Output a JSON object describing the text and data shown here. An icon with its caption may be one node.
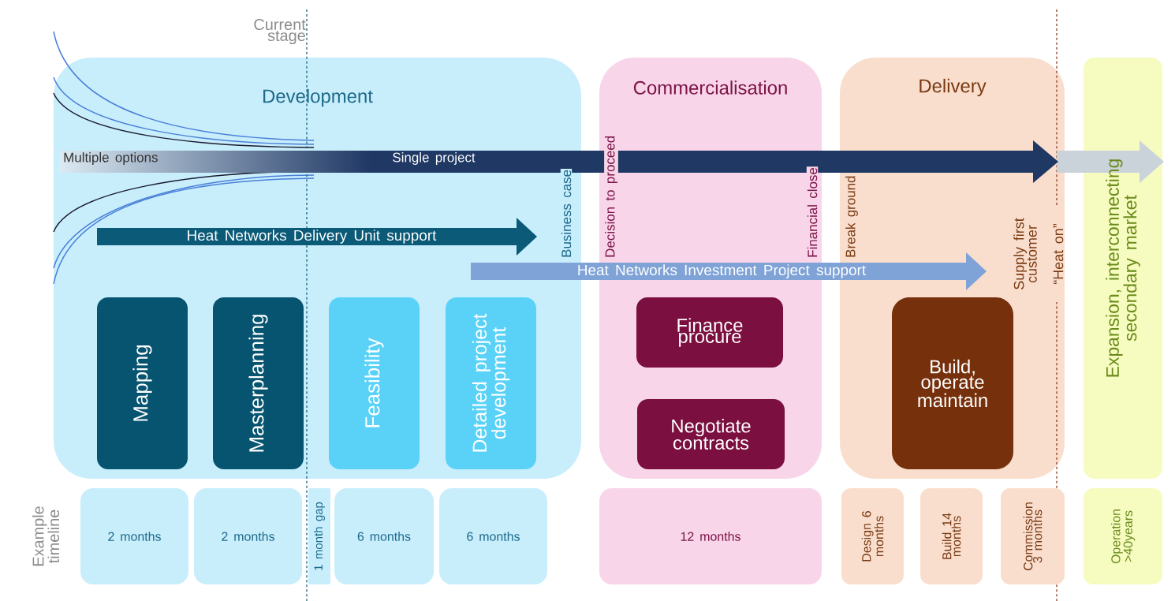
{
  "diagram": {
    "nodes": [
      {
        "text": [
          "Development"
        ]
      },
      {
        "text": [
          "Mapping"
        ],
        "in": 0
      },
      {
        "text": [
          "Masterplanning"
        ],
        "in": 0
      },
      {
        "text": [
          "Feasibility"
        ],
        "in": 0
      },
      {
        "text": [
          "Detailed project development"
        ],
        "in": 0
      },
      {
        "text": [
          "Commercialisation"
        ]
      },
      {
        "text": [
          "Finance procure"
        ],
        "in": 5
      },
      {
        "text": [
          "Negotiate contracts"
        ],
        "in": 5
      },
      {
        "text": [
          "Delivery"
        ]
      },
      {
        "text": [
          "Build, operate maintain"
        ],
        "in": 8
      },
      {
        "text": [
          "Expansion, interconnecting secondary market"
        ]
      },
      {
        "text": [
          "2 months"
        ]
      },
      {
        "text": [
          "2 months"
        ]
      },
      {
        "text": [
          "1 month gap"
        ]
      },
      {
        "text": [
          "6 months"
        ]
      },
      {
        "text": [
          "6 months"
        ]
      },
      {
        "text": [
          "12 months"
        ]
      },
      {
        "text": [
          "Design 6 months"
        ]
      },
      {
        "text": [
          "Build 14 months"
        ]
      },
      {
        "text": [
          "Commission 3 months"
        ]
      },
      {
        "text": [
          "Operation >40years"
        ]
      }
    ],
    "labels": [
      "Current stage",
      "Multiple options",
      "Single project",
      "Heat Networks Delivery Unit support",
      "Heat Networks Investment Project support",
      "Business case",
      "Decision to proceed",
      "Financial close",
      "Break ground",
      "Supply first customer",
      "“Heat on”",
      "Example timeline"
    ]
  }
}
